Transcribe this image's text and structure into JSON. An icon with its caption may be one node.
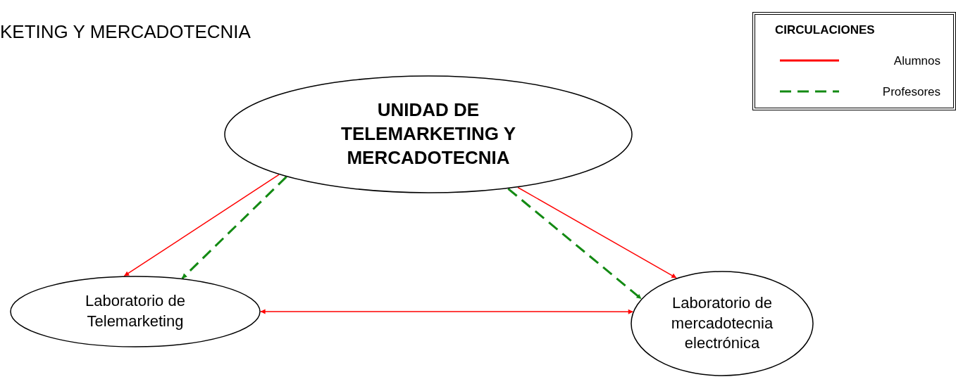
{
  "diagram": {
    "title": "KETING Y MERCADOTECNIA",
    "nodes": [
      {
        "text": [
          "UNIDAD DE TELEMARKETING Y MERCADOTECNIA"
        ]
      },
      {
        "text": [
          "Laboratorio de Telemarketing"
        ]
      },
      {
        "text": [
          "Laboratorio de mercadotecnia electrónica"
        ]
      }
    ],
    "edges": [
      {
        "from": 0,
        "to": 1,
        "arrow": "to"
      },
      {
        "from": 0,
        "to": 1,
        "arrow": "to",
        "style": "dashed",
        "color": "#138a13"
      },
      {
        "from": 0,
        "to": 2,
        "arrow": "to"
      },
      {
        "from": 0,
        "to": 2,
        "arrow": "to",
        "style": "dashed",
        "color": "#138a13"
      },
      {
        "from": 1,
        "to": 2,
        "arrow": "both"
      }
    ],
    "labels": [
      "CIRCULACIONES"
    ],
    "legend": [
      {
        "text": "Alumnos"
      },
      {
        "text": "Profesores"
      }
    ]
  }
}
